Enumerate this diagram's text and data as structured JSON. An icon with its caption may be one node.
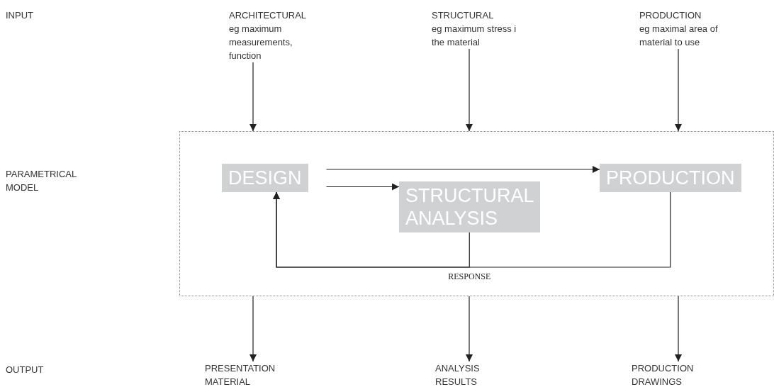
{
  "diagram": {
    "nodes": [
      {
        "text": [
          "ARCHITECTURAL",
          "eg maximum measurements, function"
        ]
      },
      {
        "text": [
          "STRUCTURAL",
          "eg maximum stress i the material"
        ]
      },
      {
        "text": [
          "PRODUCTION",
          "eg maximal area of material to use"
        ]
      },
      {
        "text": [],
        "shape": "box"
      },
      {
        "text": [
          "DESIGN"
        ],
        "in": 3
      },
      {
        "text": [
          "STRUCTURAL ANALYSIS"
        ],
        "in": 3
      },
      {
        "text": [
          "PRODUCTION"
        ],
        "in": 3
      },
      {
        "text": [
          "PRESENTATION MATERIAL"
        ]
      },
      {
        "text": [
          "ANALYSIS RESULTS"
        ]
      },
      {
        "text": [
          "PRODUCTION DRAWINGS"
        ]
      }
    ],
    "edges": [
      {
        "from": 0,
        "to": 3,
        "arrow": "to"
      },
      {
        "from": 1,
        "to": 3,
        "arrow": "to"
      },
      {
        "from": 2,
        "to": 3,
        "arrow": "to"
      },
      {
        "from": 4,
        "to": 6,
        "arrow": "to"
      },
      {
        "from": 4,
        "to": 5,
        "arrow": "to"
      },
      {
        "from": 5,
        "to": 4,
        "arrow": "to",
        "label": "RESPONSE"
      },
      {
        "from": 6,
        "to": 4,
        "arrow": "to"
      },
      {
        "from": 3,
        "to": 7,
        "arrow": "to"
      },
      {
        "from": 3,
        "to": 8,
        "arrow": "to"
      },
      {
        "from": 3,
        "to": 9,
        "arrow": "to"
      }
    ],
    "labels": [
      "INPUT",
      "PARAMETRICAL MODEL",
      "OUTPUT"
    ]
  }
}
